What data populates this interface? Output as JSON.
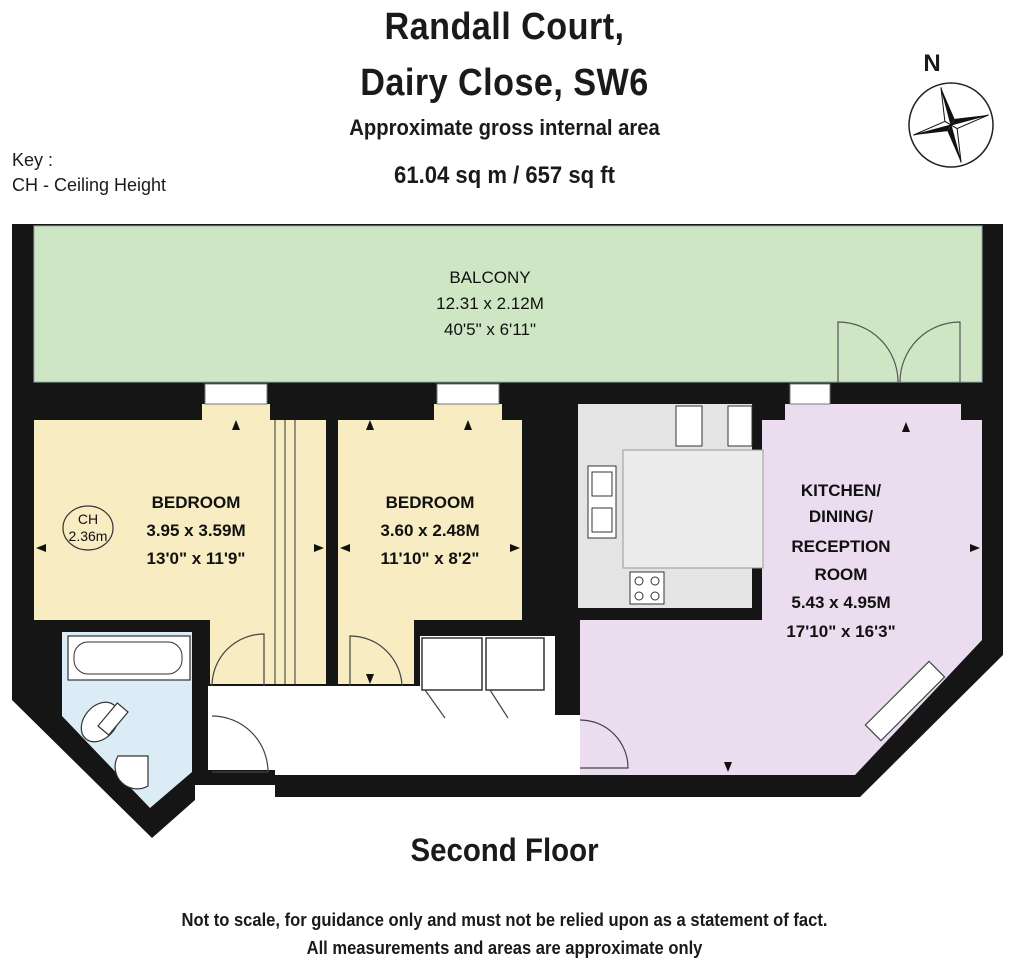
{
  "header": {
    "line1": "Randall Court,",
    "line2": "Dairy Close, SW6",
    "line3": "Approximate gross internal area",
    "area": "61.04 sq m /  657 sq ft"
  },
  "key": {
    "label": "Key :",
    "item": "CH - Ceiling Height"
  },
  "compass": {
    "letter": "N"
  },
  "rooms": {
    "balcony": {
      "name": "BALCONY",
      "metric": "12.31 x 2.12M",
      "imperial": "40'5\" x 6'11\"",
      "color": "#cfe6c4"
    },
    "bedroom1": {
      "name": "BEDROOM",
      "metric": "3.95 x 3.59M",
      "imperial": "13'0\" x 11'9\"",
      "color": "#f7ecc2"
    },
    "bedroom2": {
      "name": "BEDROOM",
      "metric": "3.60 x 2.48M",
      "imperial": "11'10\" x 8'2\"",
      "color": "#f7ecc2"
    },
    "kitchen": {
      "name1": "KITCHEN/",
      "name2": "DINING/",
      "name3": "RECEPTION",
      "name4": "ROOM",
      "metric": "5.43 x 4.95M",
      "imperial": "17'10\" x 16'3\"",
      "color": "#ecdcef"
    },
    "bathroom": {
      "color": "#dcecf6"
    },
    "kitchen_units": {
      "color": "#e4e4e4"
    }
  },
  "ceiling": {
    "label": "CH",
    "value": "2.36m"
  },
  "floor_name": "Second Floor",
  "footer": {
    "line1": "Not to scale, for guidance only and must not be relied upon as a statement of fact.",
    "line2": "All measurements and areas are approximate only"
  }
}
